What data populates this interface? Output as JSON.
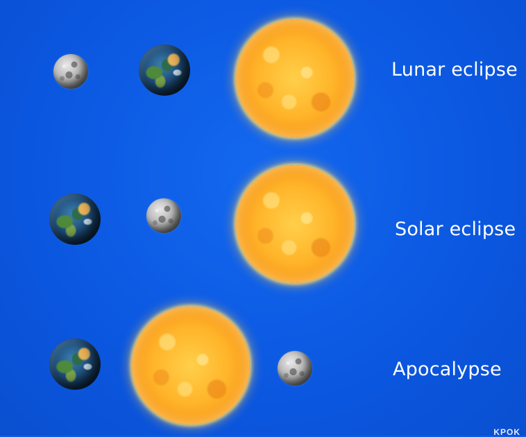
{
  "rows": [
    {
      "label": "Lunar eclipse",
      "bodies": [
        "moon",
        "earth",
        "sun"
      ]
    },
    {
      "label": "Solar eclipse",
      "bodies": [
        "earth",
        "moon",
        "sun"
      ]
    },
    {
      "label": "Apocalypse",
      "bodies": [
        "earth",
        "sun",
        "moon"
      ]
    }
  ],
  "watermark": "KPOK",
  "colors": {
    "background": "#0e5ce6",
    "sun": "#ffb52a",
    "moon": "#b9b9b9",
    "earth": "#1d4c78",
    "label": "#ffffff"
  }
}
